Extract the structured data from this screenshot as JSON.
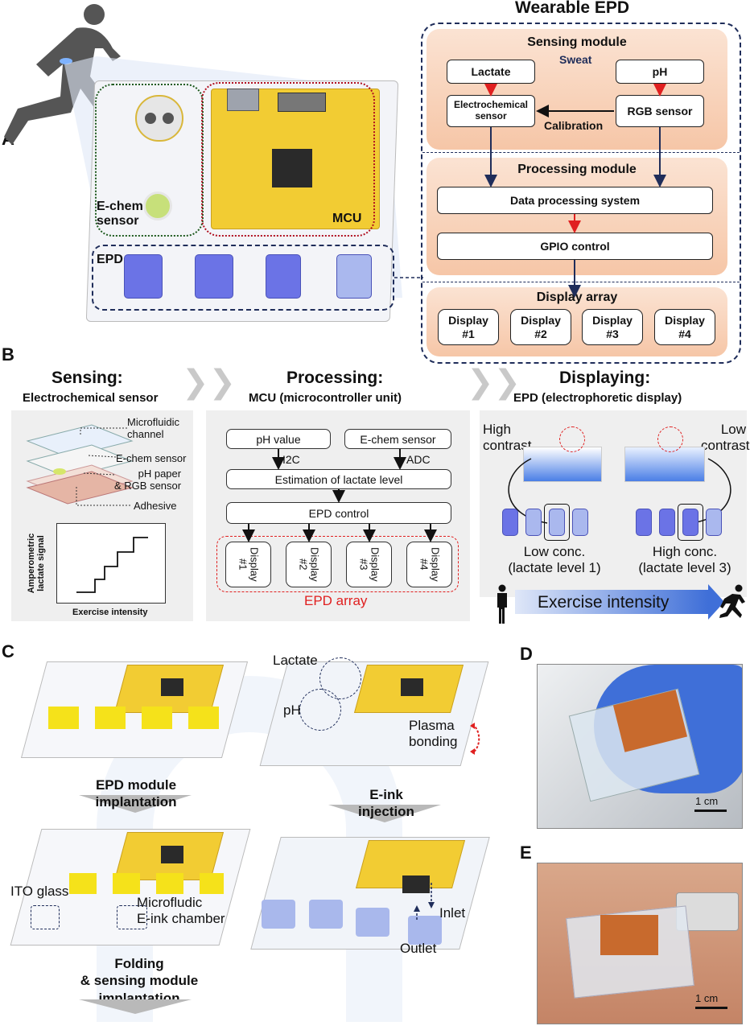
{
  "panels": {
    "a": "A",
    "b": "B",
    "c": "C",
    "d": "D",
    "e": "E"
  },
  "panelA": {
    "title": "Wearable EPD",
    "echem_label": "E-chem\nsensor",
    "mcu_label": "MCU",
    "epd_label": "EPD",
    "sensing_module": {
      "title": "Sensing module",
      "sweat": "Sweat",
      "lactate": "Lactate",
      "ph": "pH",
      "electrochemical": "Electrochemical\nsensor",
      "rgb": "RGB sensor",
      "calibration": "Calibration"
    },
    "processing_module": {
      "title": "Processing module",
      "data_processing": "Data processing system",
      "gpio": "GPIO control"
    },
    "display_array": {
      "title": "Display array",
      "displays": [
        "Display\n#1",
        "Display\n#2",
        "Display\n#3",
        "Display\n#4"
      ]
    }
  },
  "panelB": {
    "sensing": {
      "title": "Sensing:",
      "subtitle": "Electrochemical sensor"
    },
    "processing": {
      "title": "Processing:",
      "subtitle": "MCU (microcontroller unit)"
    },
    "displaying": {
      "title": "Displaying:",
      "subtitle": "EPD (electrophoretic display)"
    },
    "layers": [
      "Microfluidic\nchannel",
      "E-chem sensor",
      "pH paper\n& RGB sensor",
      "Adhesive"
    ],
    "plot": {
      "ylabel": "Amperometric\nlactate signal",
      "xlabel": "Exercise intensity"
    },
    "flow": {
      "ph_value": "pH value",
      "echem_sensor": "E-chem sensor",
      "i2c": "I2C",
      "adc": "ADC",
      "estimation": "Estimation of lactate level",
      "epd_control": "EPD control",
      "displays": [
        "Display\n#1",
        "Display\n#2",
        "Display\n#3",
        "Display\n#4"
      ],
      "epd_array": "EPD array"
    },
    "display_side": {
      "high_contrast": "High\ncontrast",
      "low_contrast": "Low\ncontrast",
      "low_conc": "Low conc.\n(lactate level 1)",
      "high_conc": "High conc.\n(lactate level 3)",
      "exercise": "Exercise intensity"
    }
  },
  "panelC": {
    "lactate": "Lactate",
    "ph": "pH",
    "plasma": "Plasma\nbonding",
    "epd_implant": "EPD module\nimplantation",
    "eink": "E-ink\ninjection",
    "ito": "ITO glass",
    "microfluidic": "Microfludic\nE-ink chamber",
    "inlet": "Inlet",
    "outlet": "Outlet",
    "folding": "Folding\n& sensing module\nimplantation"
  },
  "panelD": {
    "scale": "1 cm"
  },
  "panelE": {
    "scale": "1 cm"
  },
  "colors": {
    "navy": "#1f2d5a",
    "red": "#e02020",
    "green": "#1e5a1e",
    "maroon": "#b01020",
    "epd_blue": "#6b73e6",
    "pcb_yellow": "#f2cc33"
  }
}
